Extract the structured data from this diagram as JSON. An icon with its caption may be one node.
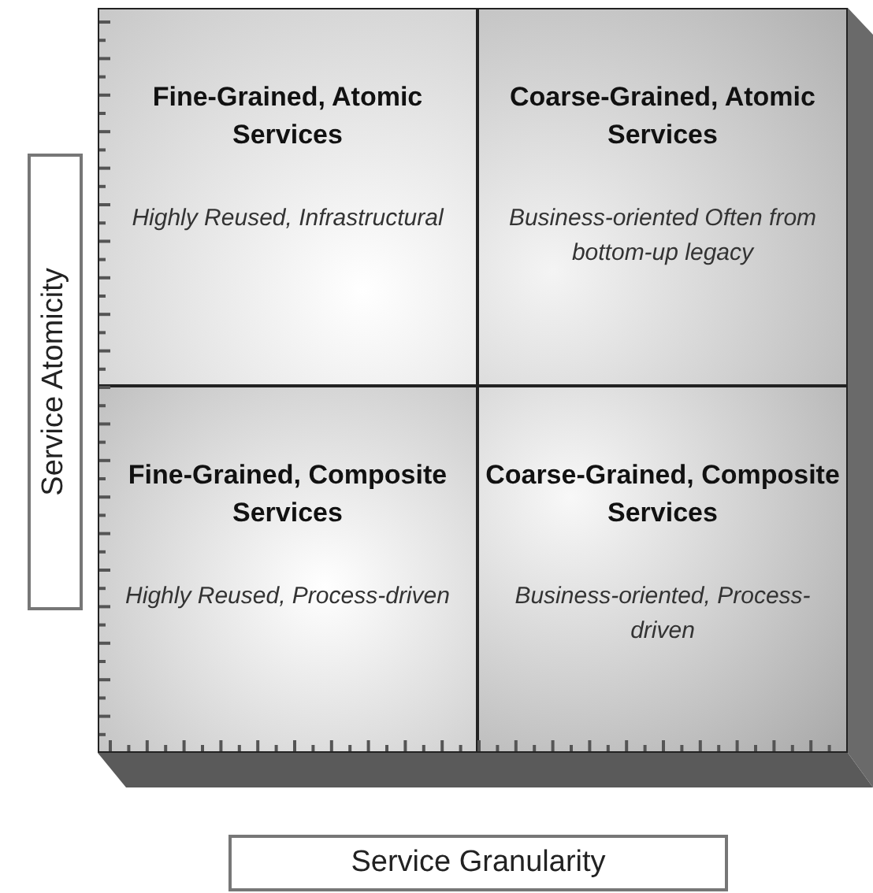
{
  "diagram": {
    "nodes": [
      {
        "text": [
          "Fine-Grained, Atomic Services",
          "Highly Reused, Infrastructural"
        ]
      },
      {
        "text": [
          "Coarse-Grained, Atomic Services",
          "Business-oriented Often from bottom-up legacy"
        ]
      },
      {
        "text": [
          "Fine-Grained, Composite Services",
          "Highly Reused, Process-driven"
        ]
      },
      {
        "text": [
          "Coarse-Grained, Composite Services",
          "Business-oriented, Process-driven"
        ]
      },
      {
        "text": [
          "Service Atomicity"
        ]
      },
      {
        "text": [
          "Service Granularity"
        ]
      }
    ]
  }
}
